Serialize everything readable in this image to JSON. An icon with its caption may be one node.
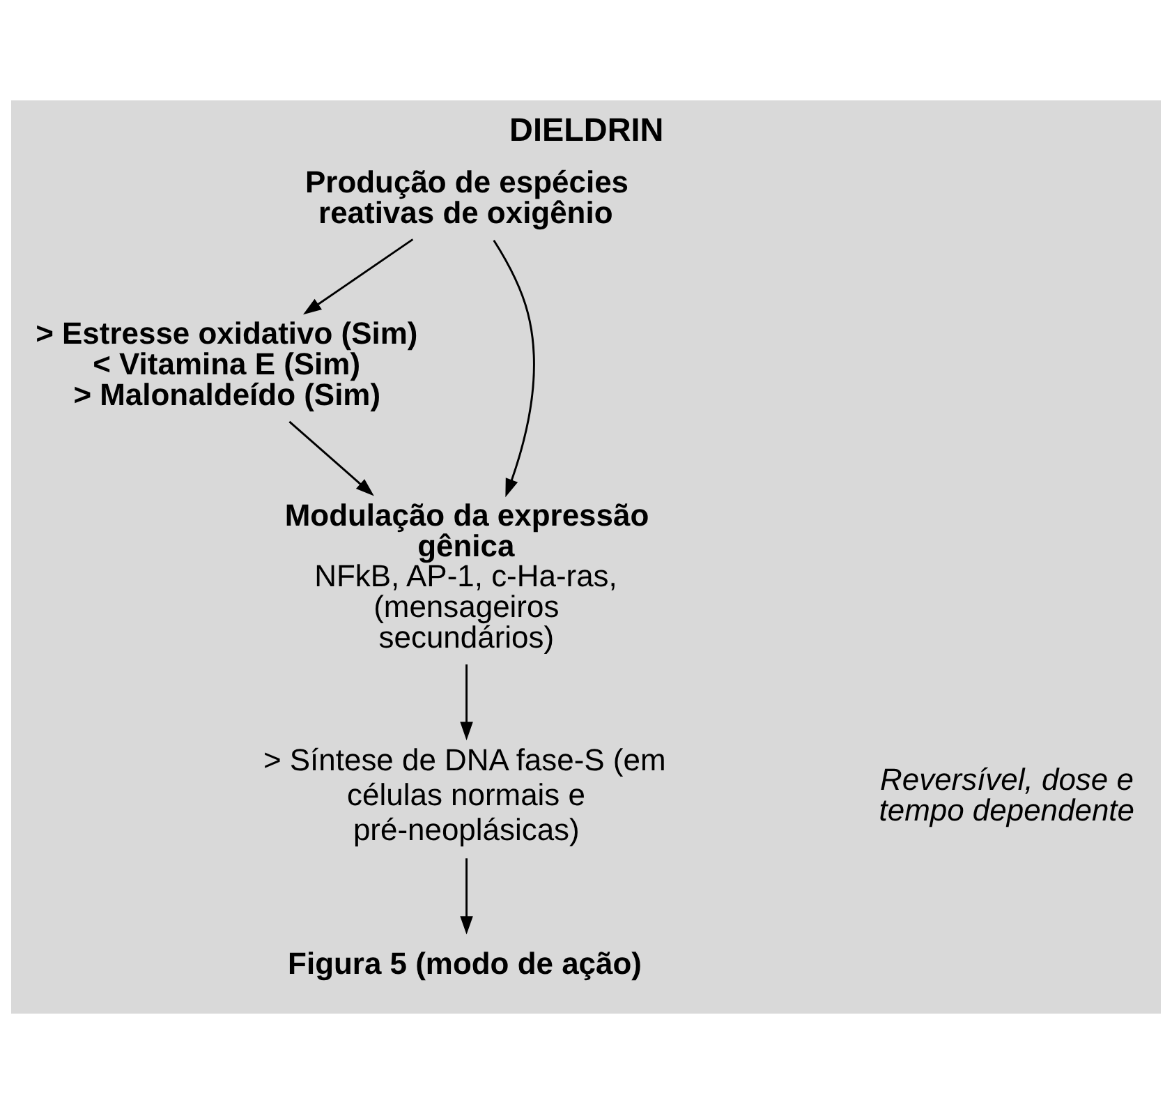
{
  "diagram": {
    "title": "DIELDRIN",
    "nodes": [
      {
        "text": [
          "Produção de espécies reativas de oxigênio"
        ]
      },
      {
        "text": [
          "> Estresse oxidativo (Sim)",
          "< Vitamina E (Sim)",
          "> Malonaldeído (Sim)"
        ]
      },
      {
        "text": [
          "Modulação da expressão gênica",
          "NFkB, AP-1, c-Ha-ras, (mensageiros secundários)"
        ]
      },
      {
        "text": [
          "> Síntese de DNA fase-S (em células normais e pré-neoplásicas)"
        ]
      },
      {
        "text": [
          "Figura 5 (modo de ação)"
        ]
      }
    ],
    "edges": [
      {
        "from": 0,
        "to": 1,
        "arrow": "to"
      },
      {
        "from": 0,
        "to": 2,
        "arrow": "to"
      },
      {
        "from": 1,
        "to": 2,
        "arrow": "to"
      },
      {
        "from": 2,
        "to": 3,
        "arrow": "to"
      },
      {
        "from": 3,
        "to": 4,
        "arrow": "to"
      }
    ],
    "labels": [
      "Reversível, dose e tempo dependente"
    ]
  }
}
